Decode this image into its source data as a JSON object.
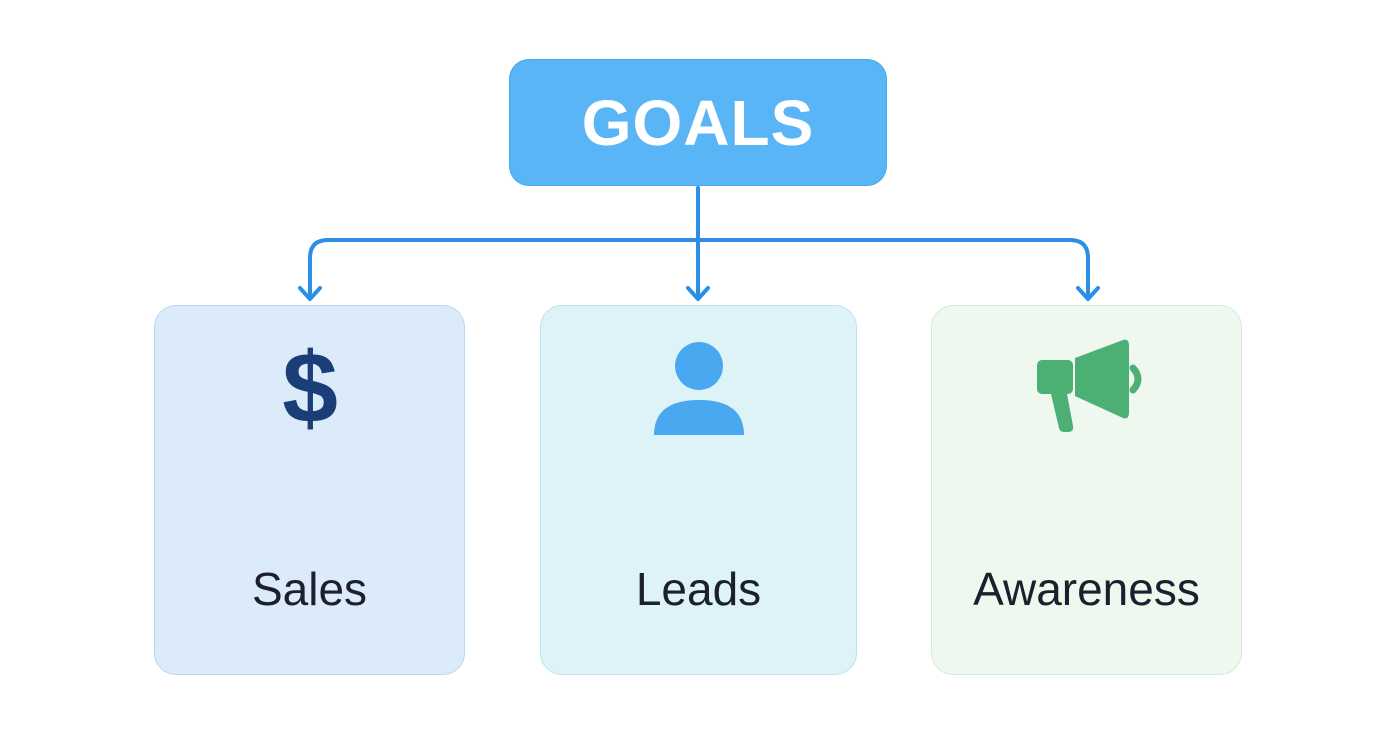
{
  "root": {
    "label": "GOALS",
    "fill": "#5ab5f7",
    "text_color": "#ffffff"
  },
  "connector_color": "#2a8fe6",
  "children": [
    {
      "id": "sales",
      "label": "Sales",
      "icon": "dollar-sign-icon",
      "icon_color": "#1b3d78",
      "fill": "#dcebfa",
      "border": "#b9d6f3"
    },
    {
      "id": "leads",
      "label": "Leads",
      "icon": "person-icon",
      "icon_color": "#4aa8f0",
      "fill": "#def3f7",
      "border": "#bfe3ec"
    },
    {
      "id": "awareness",
      "label": "Awareness",
      "icon": "megaphone-icon",
      "icon_color": "#4caf73",
      "fill": "#eef8ee",
      "border": "#d3ebd5"
    }
  ]
}
